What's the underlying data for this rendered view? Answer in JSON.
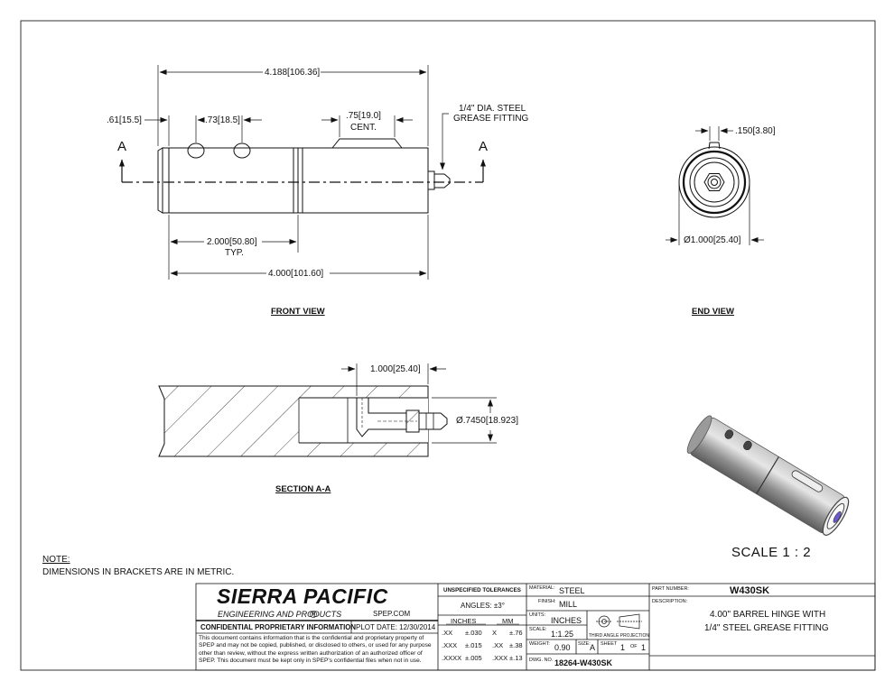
{
  "front_view": {
    "title": "FRONT VIEW",
    "dim_overall_top": "4.188",
    "dim_overall_top_mm": "106.36",
    "dim_left": ".61",
    "dim_left_mm": "15.5",
    "dim_hole": ".73",
    "dim_hole_mm": "18.5",
    "dim_slot": ".75",
    "dim_slot_mm": "19.0",
    "dim_slot_note": "CENT.",
    "fitting_note_1": "1/4\" DIA. STEEL",
    "fitting_note_2": "GREASE FITTING",
    "section_marker": "A",
    "dim_half": "2.000",
    "dim_half_mm": "50.80",
    "dim_half_note": "TYP.",
    "dim_overall_bottom": "4.000",
    "dim_overall_bottom_mm": "101.60"
  },
  "end_view": {
    "title": "END VIEW",
    "dim_top": ".150",
    "dim_top_mm": "3.80",
    "dim_dia": "Ø1.000",
    "dim_dia_mm": "25.40"
  },
  "section_view": {
    "title": "SECTION A-A",
    "dim_depth": "1.000",
    "dim_depth_mm": "25.40",
    "dim_dia": "Ø.7450",
    "dim_dia_mm": "18.923"
  },
  "iso_view": {
    "scale": "SCALE 1 : 2"
  },
  "notes": {
    "heading": "NOTE:",
    "line1": "DIMENSIONS IN BRACKETS ARE IN METRIC."
  },
  "title_block": {
    "company": "SIERRA PACIFIC",
    "company_sub": "ENGINEERING AND PRODUCTS",
    "registered": "R",
    "website": "SPEP.COM",
    "confidential_heading": "CONFIDENTIAL PROPRIETARY INFORMATION",
    "plot_date": "PLOT DATE: 12/30/2014",
    "confidential_text": "This document contains information that is the confidential and proprietary property of SPEP and may not be copied, published, or disclosed to others, or used for any purpose other than review, without the express written authorization of an authorized officer of SPEP. This document must be kept only in SPEP's confidential files when not in use.",
    "tolerances_heading": "UNSPECIFIED TOLERANCES",
    "angles": "ANGLES: ±3°",
    "col_inches": "INCHES",
    "col_mm": "MM",
    "tol_rows": [
      {
        "in_fmt": ".XX",
        "in_val": "±.030",
        "mm_fmt": "X",
        "mm_val": "±.76"
      },
      {
        "in_fmt": ".XXX",
        "in_val": "±.015",
        "mm_fmt": ".XX",
        "mm_val": "±.38"
      },
      {
        "in_fmt": ".XXXX",
        "in_val": "±.005",
        "mm_fmt": ".XXX",
        "mm_val": "±.13"
      }
    ],
    "material_label": "MATERIAL:",
    "material": "STEEL",
    "finish_label": "FINISH:",
    "finish": "MILL",
    "units_label": "UNITS:",
    "units": "INCHES",
    "scale_label": "SCALE:",
    "scale": "1:1.25",
    "projection": "THIRD ANGLE PROJECTION",
    "weight_label": "WEIGHT:",
    "weight": "0.90",
    "size_label": "SIZE:",
    "size": "A",
    "sheet_label": "SHEET",
    "sheet": "1",
    "of_label": "OF",
    "sheet_total": "1",
    "dwg_label": "DWG. NO.",
    "dwg": "18264-W430SK",
    "part_label": "PART NUMBER:",
    "part": "W430SK",
    "desc_label": "DESCRIPTION:",
    "desc1": "4.00\" BARREL HINGE WITH",
    "desc2": "1/4\" STEEL GREASE FITTING"
  }
}
